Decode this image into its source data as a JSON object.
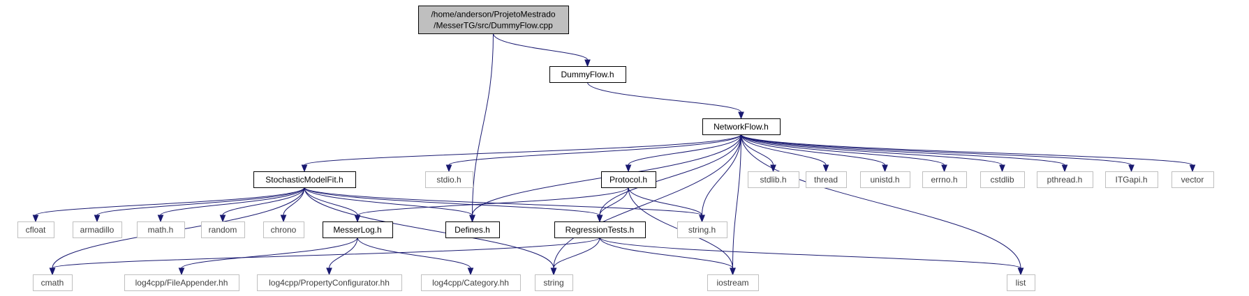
{
  "diagram": {
    "colors": {
      "edge": "#191970",
      "root_fill": "#bfbfbf",
      "local_border": "#000000",
      "system_border": "#bfbfbf",
      "system_text": "#404040",
      "local_text": "#000000"
    },
    "nodes": [
      {
        "id": "root",
        "label_lines": [
          "/home/anderson/ProjetoMestrado",
          "/MesserTG/src/DummyFlow.cpp"
        ],
        "kind": "root"
      },
      {
        "id": "dummyflow_h",
        "label_lines": [
          "DummyFlow.h"
        ],
        "kind": "local"
      },
      {
        "id": "networkflow_h",
        "label_lines": [
          "NetworkFlow.h"
        ],
        "kind": "local"
      },
      {
        "id": "stochasticmodelfit_h",
        "label_lines": [
          "StochasticModelFit.h"
        ],
        "kind": "local"
      },
      {
        "id": "stdio_h",
        "label_lines": [
          "stdio.h"
        ],
        "kind": "system"
      },
      {
        "id": "protocol_h",
        "label_lines": [
          "Protocol.h"
        ],
        "kind": "local"
      },
      {
        "id": "stdlib_h",
        "label_lines": [
          "stdlib.h"
        ],
        "kind": "system"
      },
      {
        "id": "thread",
        "label_lines": [
          "thread"
        ],
        "kind": "system"
      },
      {
        "id": "unistd_h",
        "label_lines": [
          "unistd.h"
        ],
        "kind": "system"
      },
      {
        "id": "errno_h",
        "label_lines": [
          "errno.h"
        ],
        "kind": "system"
      },
      {
        "id": "cstdlib",
        "label_lines": [
          "cstdlib"
        ],
        "kind": "system"
      },
      {
        "id": "pthread_h",
        "label_lines": [
          "pthread.h"
        ],
        "kind": "system"
      },
      {
        "id": "itgapi_h",
        "label_lines": [
          "ITGapi.h"
        ],
        "kind": "system"
      },
      {
        "id": "vector",
        "label_lines": [
          "vector"
        ],
        "kind": "system"
      },
      {
        "id": "cfloat",
        "label_lines": [
          "cfloat"
        ],
        "kind": "system"
      },
      {
        "id": "armadillo",
        "label_lines": [
          "armadillo"
        ],
        "kind": "system"
      },
      {
        "id": "math_h",
        "label_lines": [
          "math.h"
        ],
        "kind": "system"
      },
      {
        "id": "random",
        "label_lines": [
          "random"
        ],
        "kind": "system"
      },
      {
        "id": "chrono",
        "label_lines": [
          "chrono"
        ],
        "kind": "system"
      },
      {
        "id": "messerlog_h",
        "label_lines": [
          "MesserLog.h"
        ],
        "kind": "local"
      },
      {
        "id": "defines_h",
        "label_lines": [
          "Defines.h"
        ],
        "kind": "local"
      },
      {
        "id": "regressiontests_h",
        "label_lines": [
          "RegressionTests.h"
        ],
        "kind": "local"
      },
      {
        "id": "string_h",
        "label_lines": [
          "string.h"
        ],
        "kind": "system"
      },
      {
        "id": "cmath",
        "label_lines": [
          "cmath"
        ],
        "kind": "system"
      },
      {
        "id": "fileappender_hh",
        "label_lines": [
          "log4cpp/FileAppender.hh"
        ],
        "kind": "system"
      },
      {
        "id": "propertyconfigurator_hh",
        "label_lines": [
          "log4cpp/PropertyConfigurator.hh"
        ],
        "kind": "system"
      },
      {
        "id": "category_hh",
        "label_lines": [
          "log4cpp/Category.hh"
        ],
        "kind": "system"
      },
      {
        "id": "string",
        "label_lines": [
          "string"
        ],
        "kind": "system"
      },
      {
        "id": "iostream",
        "label_lines": [
          "iostream"
        ],
        "kind": "system"
      },
      {
        "id": "list",
        "label_lines": [
          "list"
        ],
        "kind": "system"
      }
    ],
    "edges": [
      {
        "from": "root",
        "to": "dummyflow_h"
      },
      {
        "from": "root",
        "to": "defines_h"
      },
      {
        "from": "dummyflow_h",
        "to": "networkflow_h"
      },
      {
        "from": "networkflow_h",
        "to": "stochasticmodelfit_h"
      },
      {
        "from": "networkflow_h",
        "to": "stdio_h"
      },
      {
        "from": "networkflow_h",
        "to": "defines_h"
      },
      {
        "from": "networkflow_h",
        "to": "protocol_h"
      },
      {
        "from": "networkflow_h",
        "to": "regressiontests_h"
      },
      {
        "from": "networkflow_h",
        "to": "string_h"
      },
      {
        "from": "networkflow_h",
        "to": "string"
      },
      {
        "from": "networkflow_h",
        "to": "iostream"
      },
      {
        "from": "networkflow_h",
        "to": "stdlib_h"
      },
      {
        "from": "networkflow_h",
        "to": "thread"
      },
      {
        "from": "networkflow_h",
        "to": "unistd_h"
      },
      {
        "from": "networkflow_h",
        "to": "errno_h"
      },
      {
        "from": "networkflow_h",
        "to": "cstdlib"
      },
      {
        "from": "networkflow_h",
        "to": "pthread_h"
      },
      {
        "from": "networkflow_h",
        "to": "itgapi_h"
      },
      {
        "from": "networkflow_h",
        "to": "vector"
      },
      {
        "from": "networkflow_h",
        "to": "list"
      },
      {
        "from": "stochasticmodelfit_h",
        "to": "cmath"
      },
      {
        "from": "stochasticmodelfit_h",
        "to": "cfloat"
      },
      {
        "from": "stochasticmodelfit_h",
        "to": "armadillo"
      },
      {
        "from": "stochasticmodelfit_h",
        "to": "math_h"
      },
      {
        "from": "stochasticmodelfit_h",
        "to": "random"
      },
      {
        "from": "stochasticmodelfit_h",
        "to": "chrono"
      },
      {
        "from": "stochasticmodelfit_h",
        "to": "messerlog_h"
      },
      {
        "from": "stochasticmodelfit_h",
        "to": "defines_h"
      },
      {
        "from": "stochasticmodelfit_h",
        "to": "regressiontests_h"
      },
      {
        "from": "stochasticmodelfit_h",
        "to": "string_h"
      },
      {
        "from": "stochasticmodelfit_h",
        "to": "string"
      },
      {
        "from": "protocol_h",
        "to": "messerlog_h"
      },
      {
        "from": "protocol_h",
        "to": "regressiontests_h"
      },
      {
        "from": "protocol_h",
        "to": "string_h"
      },
      {
        "from": "protocol_h",
        "to": "iostream"
      },
      {
        "from": "messerlog_h",
        "to": "fileappender_hh"
      },
      {
        "from": "messerlog_h",
        "to": "propertyconfigurator_hh"
      },
      {
        "from": "messerlog_h",
        "to": "category_hh"
      },
      {
        "from": "regressiontests_h",
        "to": "cmath"
      },
      {
        "from": "regressiontests_h",
        "to": "string"
      },
      {
        "from": "regressiontests_h",
        "to": "iostream"
      },
      {
        "from": "regressiontests_h",
        "to": "list"
      }
    ]
  }
}
